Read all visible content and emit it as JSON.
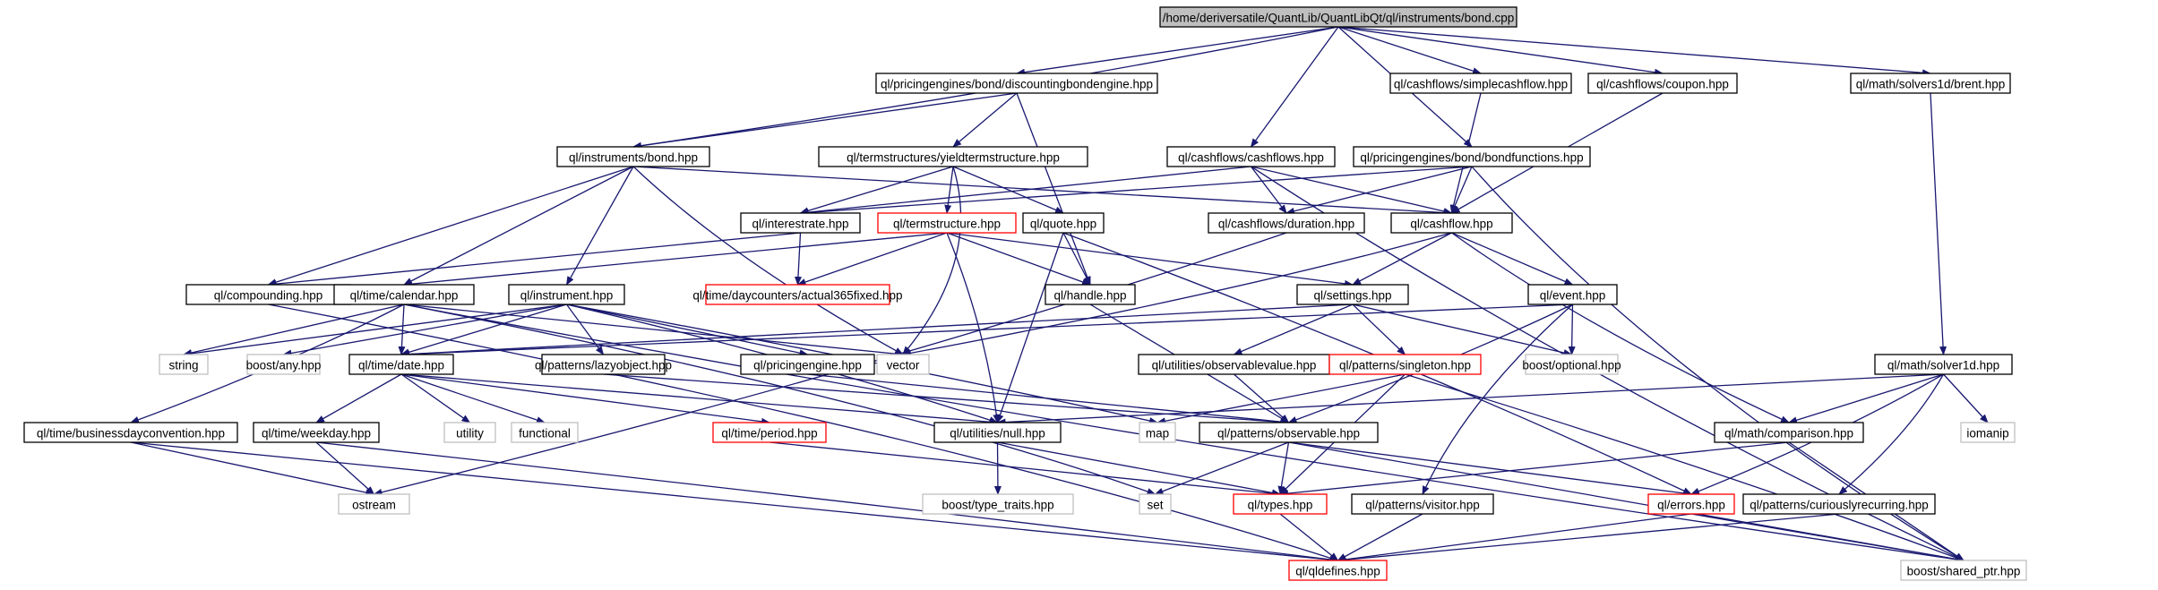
{
  "colors": {
    "edge": "#191970",
    "node_border": "#000000",
    "node_truncated_border": "#ff0000",
    "node_external_border": "#bfbfbf",
    "node_external_text": "#808080",
    "root_fill": "#bfbfbf",
    "node_fill": "#ffffff"
  },
  "nodes": [
    {
      "id": "root",
      "label": "/home/deriversatile/QuantLib/QuantLibQt/ql/instruments/bond.cpp",
      "kind": "root"
    },
    {
      "id": "discbondeng",
      "label": "ql/pricingengines/bond/discountingbondengine.hpp",
      "kind": "normal"
    },
    {
      "id": "simplecf",
      "label": "ql/cashflows/simplecashflow.hpp",
      "kind": "normal"
    },
    {
      "id": "coupon",
      "label": "ql/cashflows/coupon.hpp",
      "kind": "normal"
    },
    {
      "id": "brent",
      "label": "ql/math/solvers1d/brent.hpp",
      "kind": "normal"
    },
    {
      "id": "bond",
      "label": "ql/instruments/bond.hpp",
      "kind": "normal"
    },
    {
      "id": "yieldts",
      "label": "ql/termstructures/yieldtermstructure.hpp",
      "kind": "normal"
    },
    {
      "id": "cashflows",
      "label": "ql/cashflows/cashflows.hpp",
      "kind": "normal"
    },
    {
      "id": "bondfunctions",
      "label": "ql/pricingengines/bond/bondfunctions.hpp",
      "kind": "normal"
    },
    {
      "id": "interestrate",
      "label": "ql/interestrate.hpp",
      "kind": "normal"
    },
    {
      "id": "termstructure",
      "label": "ql/termstructure.hpp",
      "kind": "truncated"
    },
    {
      "id": "quote",
      "label": "ql/quote.hpp",
      "kind": "normal"
    },
    {
      "id": "duration",
      "label": "ql/cashflows/duration.hpp",
      "kind": "normal"
    },
    {
      "id": "cashflow",
      "label": "ql/cashflow.hpp",
      "kind": "normal"
    },
    {
      "id": "compounding",
      "label": "ql/compounding.hpp",
      "kind": "normal"
    },
    {
      "id": "calendar",
      "label": "ql/time/calendar.hpp",
      "kind": "normal"
    },
    {
      "id": "instrument",
      "label": "ql/instrument.hpp",
      "kind": "normal"
    },
    {
      "id": "act365",
      "label": "ql/time/daycounters/actual365fixed.hpp",
      "kind": "truncated"
    },
    {
      "id": "handle",
      "label": "ql/handle.hpp",
      "kind": "normal"
    },
    {
      "id": "settings",
      "label": "ql/settings.hpp",
      "kind": "normal"
    },
    {
      "id": "event",
      "label": "ql/event.hpp",
      "kind": "normal"
    },
    {
      "id": "string",
      "label": "string",
      "kind": "external"
    },
    {
      "id": "boostany",
      "label": "boost/any.hpp",
      "kind": "external"
    },
    {
      "id": "date",
      "label": "ql/time/date.hpp",
      "kind": "normal"
    },
    {
      "id": "lazyobject",
      "label": "ql/patterns/lazyobject.hpp",
      "kind": "normal"
    },
    {
      "id": "pricingengine",
      "label": "ql/pricingengine.hpp",
      "kind": "normal"
    },
    {
      "id": "vector",
      "label": "vector",
      "kind": "external"
    },
    {
      "id": "obsvalue",
      "label": "ql/utilities/observablevalue.hpp",
      "kind": "normal"
    },
    {
      "id": "singleton",
      "label": "ql/patterns/singleton.hpp",
      "kind": "truncated"
    },
    {
      "id": "boostoptional",
      "label": "boost/optional.hpp",
      "kind": "external"
    },
    {
      "id": "solver1d",
      "label": "ql/math/solver1d.hpp",
      "kind": "normal"
    },
    {
      "id": "bdc",
      "label": "ql/time/businessdayconvention.hpp",
      "kind": "normal"
    },
    {
      "id": "weekday",
      "label": "ql/time/weekday.hpp",
      "kind": "normal"
    },
    {
      "id": "utility",
      "label": "utility",
      "kind": "external"
    },
    {
      "id": "functional",
      "label": "functional",
      "kind": "external"
    },
    {
      "id": "period",
      "label": "ql/time/period.hpp",
      "kind": "truncated"
    },
    {
      "id": "null",
      "label": "ql/utilities/null.hpp",
      "kind": "normal"
    },
    {
      "id": "map",
      "label": "map",
      "kind": "external"
    },
    {
      "id": "observable",
      "label": "ql/patterns/observable.hpp",
      "kind": "normal"
    },
    {
      "id": "comparison",
      "label": "ql/math/comparison.hpp",
      "kind": "normal"
    },
    {
      "id": "iomanip",
      "label": "iomanip",
      "kind": "external"
    },
    {
      "id": "ostream",
      "label": "ostream",
      "kind": "external"
    },
    {
      "id": "typetraits",
      "label": "boost/type_traits.hpp",
      "kind": "external"
    },
    {
      "id": "set",
      "label": "set",
      "kind": "external"
    },
    {
      "id": "types",
      "label": "ql/types.hpp",
      "kind": "truncated"
    },
    {
      "id": "visitor",
      "label": "ql/patterns/visitor.hpp",
      "kind": "normal"
    },
    {
      "id": "errors",
      "label": "ql/errors.hpp",
      "kind": "truncated"
    },
    {
      "id": "currecurring",
      "label": "ql/patterns/curiouslyrecurring.hpp",
      "kind": "normal"
    },
    {
      "id": "qldefines",
      "label": "ql/qldefines.hpp",
      "kind": "truncated"
    },
    {
      "id": "sharedptr",
      "label": "boost/shared_ptr.hpp",
      "kind": "external"
    }
  ],
  "edges": [
    [
      "root",
      "discbondeng"
    ],
    [
      "root",
      "simplecf"
    ],
    [
      "root",
      "coupon"
    ],
    [
      "root",
      "brent"
    ],
    [
      "root",
      "bond"
    ],
    [
      "root",
      "cashflows"
    ],
    [
      "root",
      "bondfunctions"
    ],
    [
      "discbondeng",
      "bond"
    ],
    [
      "discbondeng",
      "yieldts"
    ],
    [
      "discbondeng",
      "handle"
    ],
    [
      "simplecf",
      "cashflow"
    ],
    [
      "coupon",
      "cashflow"
    ],
    [
      "brent",
      "solver1d"
    ],
    [
      "bond",
      "compounding"
    ],
    [
      "bond",
      "calendar"
    ],
    [
      "bond",
      "instrument"
    ],
    [
      "bond",
      "vector"
    ],
    [
      "bond",
      "cashflow"
    ],
    [
      "yieldts",
      "interestrate"
    ],
    [
      "yieldts",
      "termstructure"
    ],
    [
      "yieldts",
      "quote"
    ],
    [
      "yieldts",
      "vector"
    ],
    [
      "cashflows",
      "interestrate"
    ],
    [
      "cashflows",
      "duration"
    ],
    [
      "cashflows",
      "cashflow"
    ],
    [
      "cashflows",
      "sharedptr"
    ],
    [
      "bondfunctions",
      "interestrate"
    ],
    [
      "bondfunctions",
      "duration"
    ],
    [
      "bondfunctions",
      "cashflow"
    ],
    [
      "bondfunctions",
      "sharedptr"
    ],
    [
      "interestrate",
      "compounding"
    ],
    [
      "interestrate",
      "act365"
    ],
    [
      "termstructure",
      "act365"
    ],
    [
      "termstructure",
      "calendar"
    ],
    [
      "termstructure",
      "handle"
    ],
    [
      "termstructure",
      "settings"
    ],
    [
      "termstructure",
      "null"
    ],
    [
      "quote",
      "handle"
    ],
    [
      "quote",
      "null"
    ],
    [
      "quote",
      "errors"
    ],
    [
      "duration",
      "ostream"
    ],
    [
      "cashflow",
      "settings"
    ],
    [
      "cashflow",
      "event"
    ],
    [
      "cashflow",
      "comparison"
    ],
    [
      "cashflow",
      "vector"
    ],
    [
      "calendar",
      "date"
    ],
    [
      "calendar",
      "string"
    ],
    [
      "calendar",
      "bdc"
    ],
    [
      "calendar",
      "vector"
    ],
    [
      "calendar",
      "set"
    ],
    [
      "calendar",
      "sharedptr"
    ],
    [
      "instrument",
      "date"
    ],
    [
      "instrument",
      "boostany"
    ],
    [
      "instrument",
      "lazyobject"
    ],
    [
      "instrument",
      "pricingengine"
    ],
    [
      "instrument",
      "string"
    ],
    [
      "instrument",
      "null"
    ],
    [
      "instrument",
      "map"
    ],
    [
      "handle",
      "observable"
    ],
    [
      "settings",
      "date"
    ],
    [
      "settings",
      "obsvalue"
    ],
    [
      "settings",
      "singleton"
    ],
    [
      "settings",
      "boostoptional"
    ],
    [
      "event",
      "date"
    ],
    [
      "event",
      "boostoptional"
    ],
    [
      "event",
      "observable"
    ],
    [
      "event",
      "visitor"
    ],
    [
      "date",
      "weekday"
    ],
    [
      "date",
      "period"
    ],
    [
      "date",
      "utility"
    ],
    [
      "date",
      "functional"
    ],
    [
      "date",
      "null"
    ],
    [
      "lazyobject",
      "observable"
    ],
    [
      "pricingengine",
      "observable"
    ],
    [
      "obsvalue",
      "observable"
    ],
    [
      "singleton",
      "types"
    ],
    [
      "singleton",
      "map"
    ],
    [
      "singleton",
      "sharedptr"
    ],
    [
      "solver1d",
      "comparison"
    ],
    [
      "solver1d",
      "null"
    ],
    [
      "solver1d",
      "errors"
    ],
    [
      "solver1d",
      "iomanip"
    ],
    [
      "solver1d",
      "currecurring"
    ],
    [
      "bdc",
      "ostream"
    ],
    [
      "bdc",
      "qldefines"
    ],
    [
      "weekday",
      "ostream"
    ],
    [
      "weekday",
      "qldefines"
    ],
    [
      "period",
      "types"
    ],
    [
      "null",
      "typetraits"
    ],
    [
      "null",
      "types"
    ],
    [
      "observable",
      "set"
    ],
    [
      "observable",
      "types"
    ],
    [
      "observable",
      "errors"
    ],
    [
      "observable",
      "sharedptr"
    ],
    [
      "comparison",
      "types"
    ],
    [
      "comparison",
      "sharedptr"
    ],
    [
      "compounding",
      "qldefines"
    ],
    [
      "types",
      "qldefines"
    ],
    [
      "visitor",
      "qldefines"
    ],
    [
      "errors",
      "qldefines"
    ],
    [
      "errors",
      "sharedptr"
    ],
    [
      "currecurring",
      "qldefines"
    ]
  ]
}
